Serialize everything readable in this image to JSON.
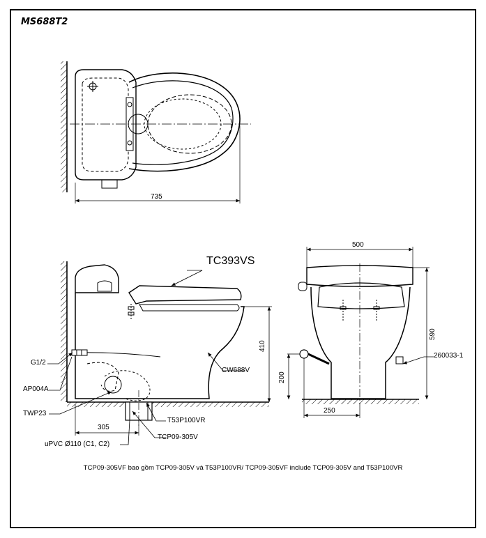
{
  "model": "MS688T2",
  "top_view": {
    "width_dim": "735"
  },
  "side_view": {
    "seat_model": "TC393VS",
    "height_dim": "410",
    "bowl_model": "CW688V",
    "fitting_thread": "G1/2",
    "valve_model": "AP004A",
    "hose_model": "TWP23",
    "rough_in_dim": "305",
    "pipe_model": "T53P100VR",
    "pipe_set_model": "TCP09-305V",
    "drain_pipe": "uPVC Ø110 (C1, C2)"
  },
  "front_view": {
    "width_dim": "500",
    "height_dim": "590",
    "inlet_height_dim": "200",
    "inlet_offset_dim": "250",
    "part_model": "260033-1"
  },
  "footnote": "TCP09-305VF bao gồm TCP09-305V và T53P100VR/ TCP09-305VF include TCP09-305V and T53P100VR"
}
